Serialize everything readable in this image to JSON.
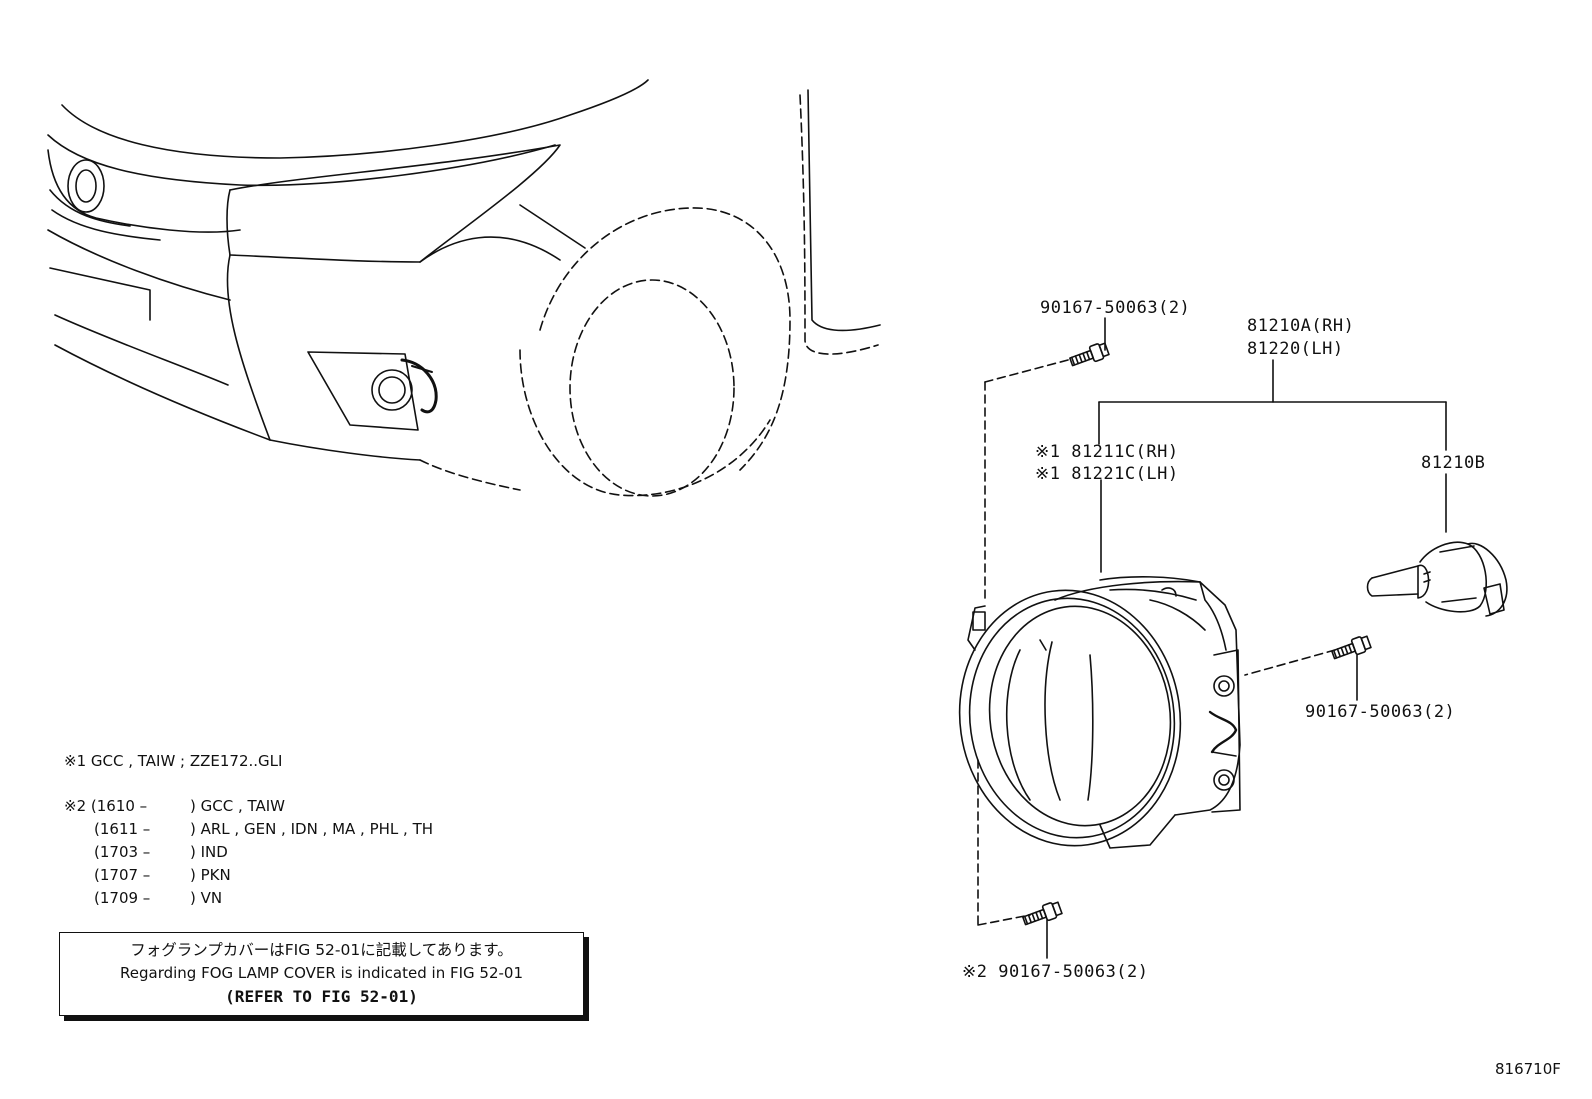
{
  "callouts": {
    "bolt_top": "90167-50063(2)",
    "assembly_rh": "81210A(RH)",
    "assembly_lh": "81220(LH)",
    "unit_rh": "※1 81211C(RH)",
    "unit_lh": "※1 81221C(LH)",
    "bulb": "81210B",
    "bolt_right": "90167-50063(2)",
    "bolt_bottom": "※2 90167-50063(2)"
  },
  "notes": {
    "note1": "※1 GCC , TAIW ; ZZE172..GLI",
    "note2_lines": [
      {
        "prefix": "※2 (1610 –",
        "suffix": ") GCC , TAIW"
      },
      {
        "prefix": "(1611 –",
        "suffix": ") ARL , GEN , IDN , MA , PHL , TH"
      },
      {
        "prefix": "(1703 –",
        "suffix": ") IND"
      },
      {
        "prefix": "(1707 –",
        "suffix": ") PKN"
      },
      {
        "prefix": "(1709 –",
        "suffix": ") VN"
      }
    ]
  },
  "cover_box": {
    "japanese": "フォグランプカバーはFIG 52-01に記載してあります。",
    "english": "Regarding FOG LAMP COVER is indicated in FIG 52-01",
    "reference": "(REFER TO FIG 52-01)"
  },
  "figure_code": "816710F"
}
